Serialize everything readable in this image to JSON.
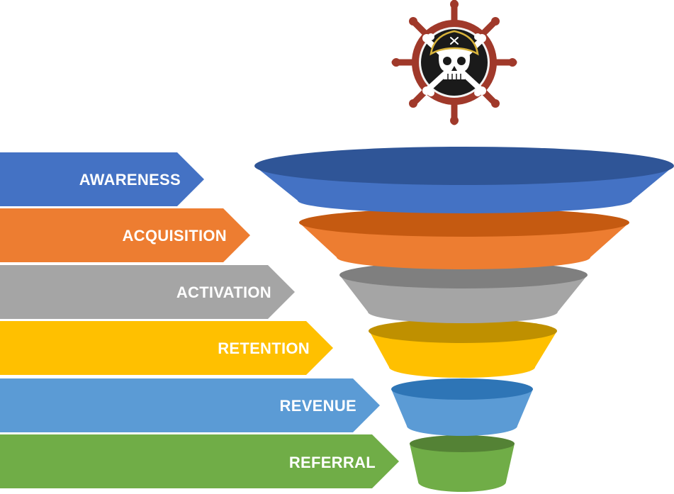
{
  "diagram": {
    "type": "funnel",
    "logo": {
      "name": "pirate-skull-ship-wheel"
    },
    "stages": [
      {
        "label": "AWARENESS",
        "color": "#4472C4",
        "top_color": "#2F5597"
      },
      {
        "label": "ACQUISITION",
        "color": "#ED7D31",
        "top_color": "#C55A11"
      },
      {
        "label": "ACTIVATION",
        "color": "#A5A5A5",
        "top_color": "#7F7F7F"
      },
      {
        "label": "RETENTION",
        "color": "#FFC000",
        "top_color": "#BF9000"
      },
      {
        "label": "REVENUE",
        "color": "#5B9BD5",
        "top_color": "#2E75B6"
      },
      {
        "label": "REFERRAL",
        "color": "#70AD47",
        "top_color": "#548235"
      }
    ]
  }
}
